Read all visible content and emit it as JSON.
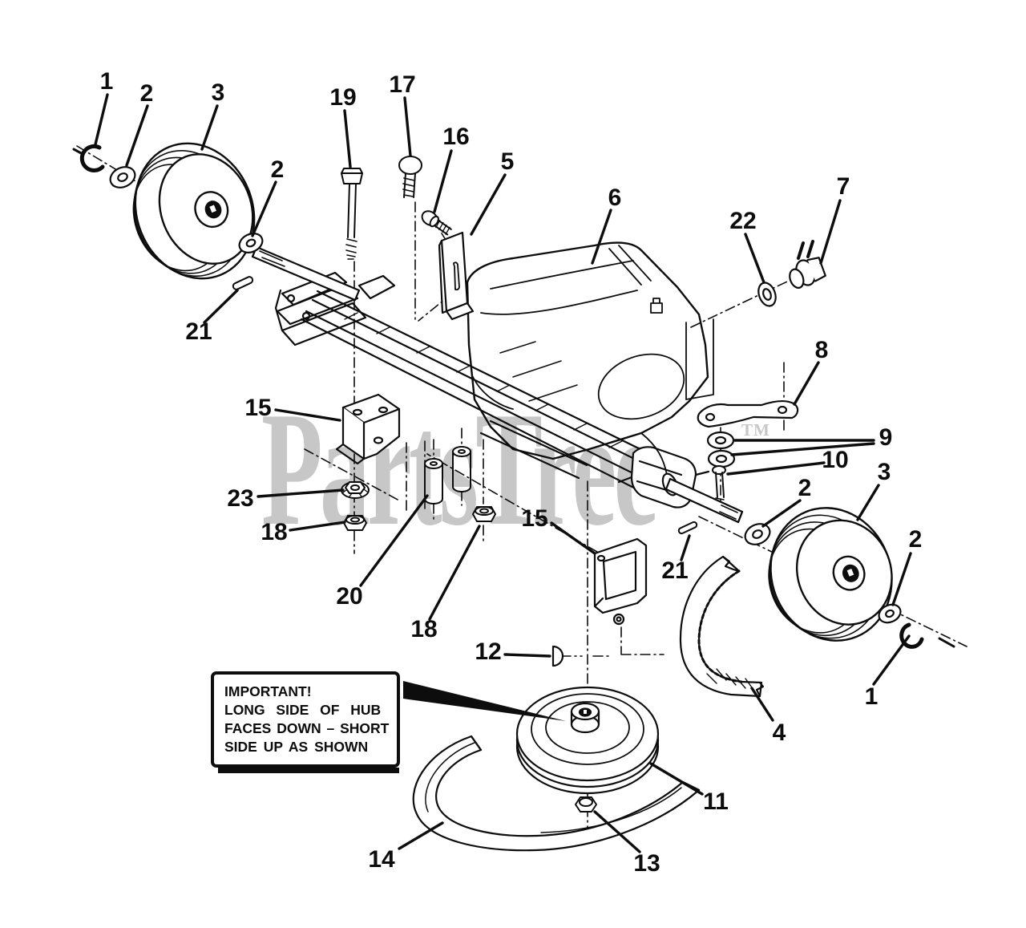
{
  "watermark": {
    "text": "PartsTree",
    "tm": "TM"
  },
  "note_box": {
    "line1": "IMPORTANT!",
    "line2": "LONG SIDE OF HUB",
    "line3": "FACES DOWN – SHORT",
    "line4": "SIDE UP AS SHOWN"
  },
  "colors": {
    "line": "#0d0d0d",
    "watermark": "#c7c7c7",
    "background": "#ffffff"
  },
  "callouts": [
    {
      "id": "left-e-ring",
      "label": "1"
    },
    {
      "id": "left-outer-washer",
      "label": "2"
    },
    {
      "id": "left-wheel",
      "label": "3"
    },
    {
      "id": "carriage-bolt",
      "label": "19"
    },
    {
      "id": "shoulder-screw",
      "label": "17"
    },
    {
      "id": "hex-bolt",
      "label": "16"
    },
    {
      "id": "anchor-bracket",
      "label": "5"
    },
    {
      "id": "transaxle-housing",
      "label": "6"
    },
    {
      "id": "input-washer",
      "label": "22"
    },
    {
      "id": "input-shaft-parts",
      "label": "7"
    },
    {
      "id": "left-inner-washer",
      "label": "2"
    },
    {
      "id": "left-axle-key",
      "label": "21"
    },
    {
      "id": "left-mount-bracket",
      "label": "15"
    },
    {
      "id": "flange-nut",
      "label": "23"
    },
    {
      "id": "left-lock-nut",
      "label": "18"
    },
    {
      "id": "spacer",
      "label": "20"
    },
    {
      "id": "right-lock-nut",
      "label": "18"
    },
    {
      "id": "right-mount-bracket",
      "label": "15"
    },
    {
      "id": "brake-arm",
      "label": "8"
    },
    {
      "id": "brake-washers",
      "label": "9"
    },
    {
      "id": "brake-bolt",
      "label": "10"
    },
    {
      "id": "right-wheel",
      "label": "3"
    },
    {
      "id": "right-inner-washer",
      "label": "2"
    },
    {
      "id": "right-outer-washer",
      "label": "2"
    },
    {
      "id": "right-axle-key",
      "label": "21"
    },
    {
      "id": "pulley-key",
      "label": "12"
    },
    {
      "id": "right-e-ring",
      "label": "1"
    },
    {
      "id": "toothed-belt",
      "label": "4"
    },
    {
      "id": "input-pulley",
      "label": "11"
    },
    {
      "id": "pulley-nut",
      "label": "13"
    },
    {
      "id": "drive-belt",
      "label": "14"
    }
  ]
}
